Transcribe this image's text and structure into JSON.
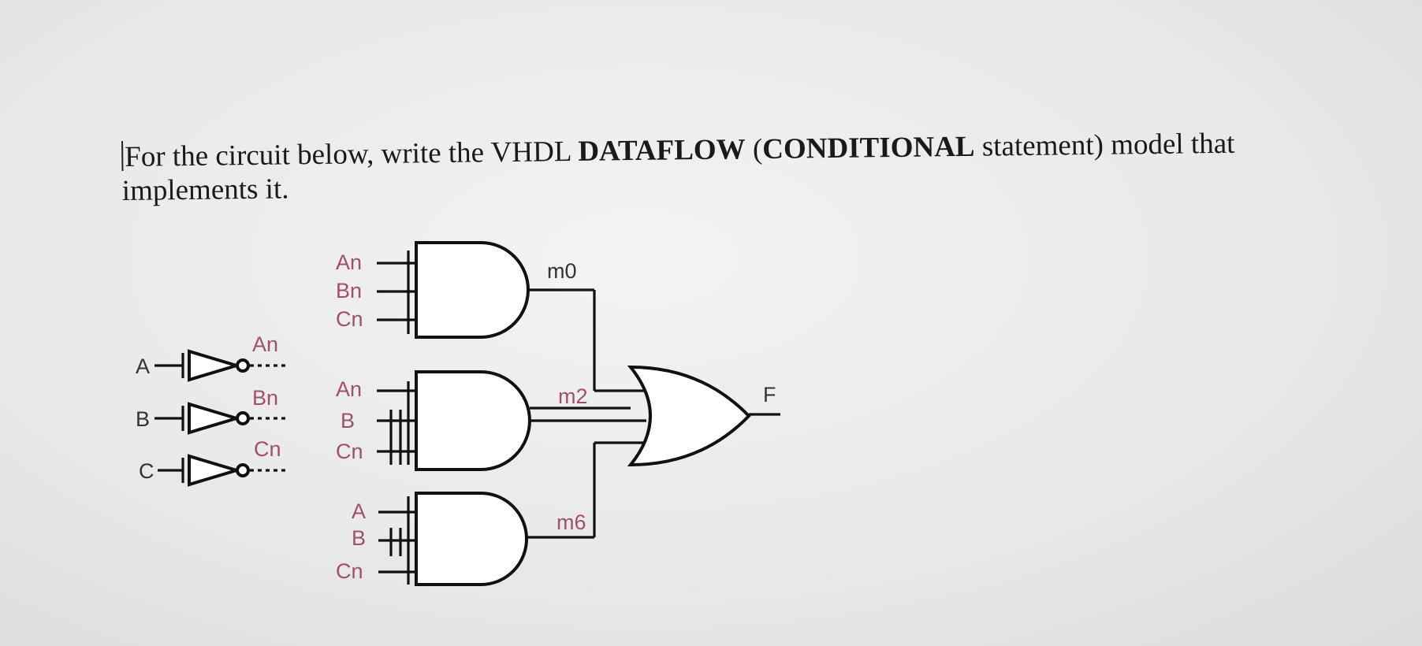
{
  "question": {
    "part1": "For the circuit below, write the VHDL ",
    "bold1": "DATAFLOW",
    "part2": " (",
    "bold2": "CONDITIONAL",
    "part3": " statement) model that implements it."
  },
  "inverters": [
    {
      "input": "A",
      "output": "An"
    },
    {
      "input": "B",
      "output": "Bn"
    },
    {
      "input": "C",
      "output": "Cn"
    }
  ],
  "and_gates": [
    {
      "inputs": [
        "An",
        "Bn",
        "Cn"
      ],
      "output": "m0"
    },
    {
      "inputs": [
        "An",
        "B",
        "Cn"
      ],
      "output": "m2"
    },
    {
      "inputs": [
        "A",
        "B",
        "Cn"
      ],
      "output": "m6"
    }
  ],
  "or_gate": {
    "inputs": [
      "m0",
      "m2",
      "m6"
    ],
    "output": "F"
  }
}
